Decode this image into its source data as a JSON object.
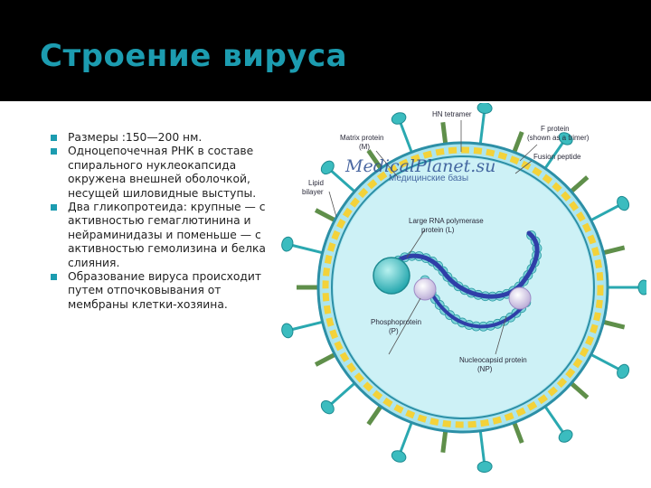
{
  "slide": {
    "title": "Строение вируса"
  },
  "bullets": [
    "Размеры :150—200 нм.",
    "Одноцепочечная РНК в составе спирального нуклеокапсида окружена внешней оболочкой, несущей шиловидные выступы.",
    "Два гликопротеида: крупные — с активностью гемаглютинина и нейраминидазы и поменьше — с активностью гемолизина и белка слияния.",
    "Образование вируса происходит путем отпочковывания от мембраны клетки-хозяина."
  ],
  "diagram": {
    "labels": {
      "hn_tetramer": "HN tetramer",
      "f_protein_1": "F protein",
      "f_protein_2": "(shown as a trimer)",
      "matrix_1": "Matrix protein",
      "matrix_2": "(M)",
      "fusion": "Fusion peptide",
      "lipid_1": "Lipid",
      "lipid_2": "bilayer",
      "polymerase_1": "Large RNA polymerase",
      "polymerase_2": "protein (L)",
      "phospho_1": "Phosphoprotein",
      "phospho_2": "(P)",
      "nucleo_1": "Nucleocapsid protein",
      "nucleo_2": "(NP)"
    },
    "watermark": {
      "site": "MedicalPlanet.su",
      "sub": "Медицинские базы"
    }
  },
  "colors": {
    "title": "#1c9cb0",
    "bullet": "#1c9cb0",
    "envelope_fill": "#bfeef6",
    "bilayer": "#f3d23a",
    "spike": "#3bbcbf",
    "rna": "#2f3fa8"
  }
}
